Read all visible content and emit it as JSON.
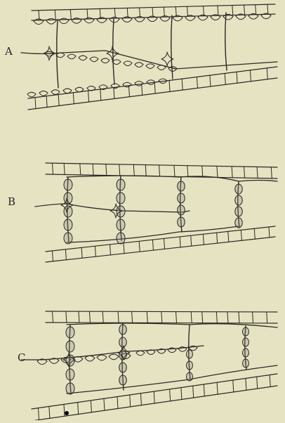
{
  "figure": {
    "panels": [
      {
        "label": "A"
      },
      {
        "label": "B"
      },
      {
        "label": "C"
      }
    ]
  },
  "colors": {
    "background": "#e6e3c3",
    "ink": "#2b2823",
    "shading": "#8c8a80"
  }
}
